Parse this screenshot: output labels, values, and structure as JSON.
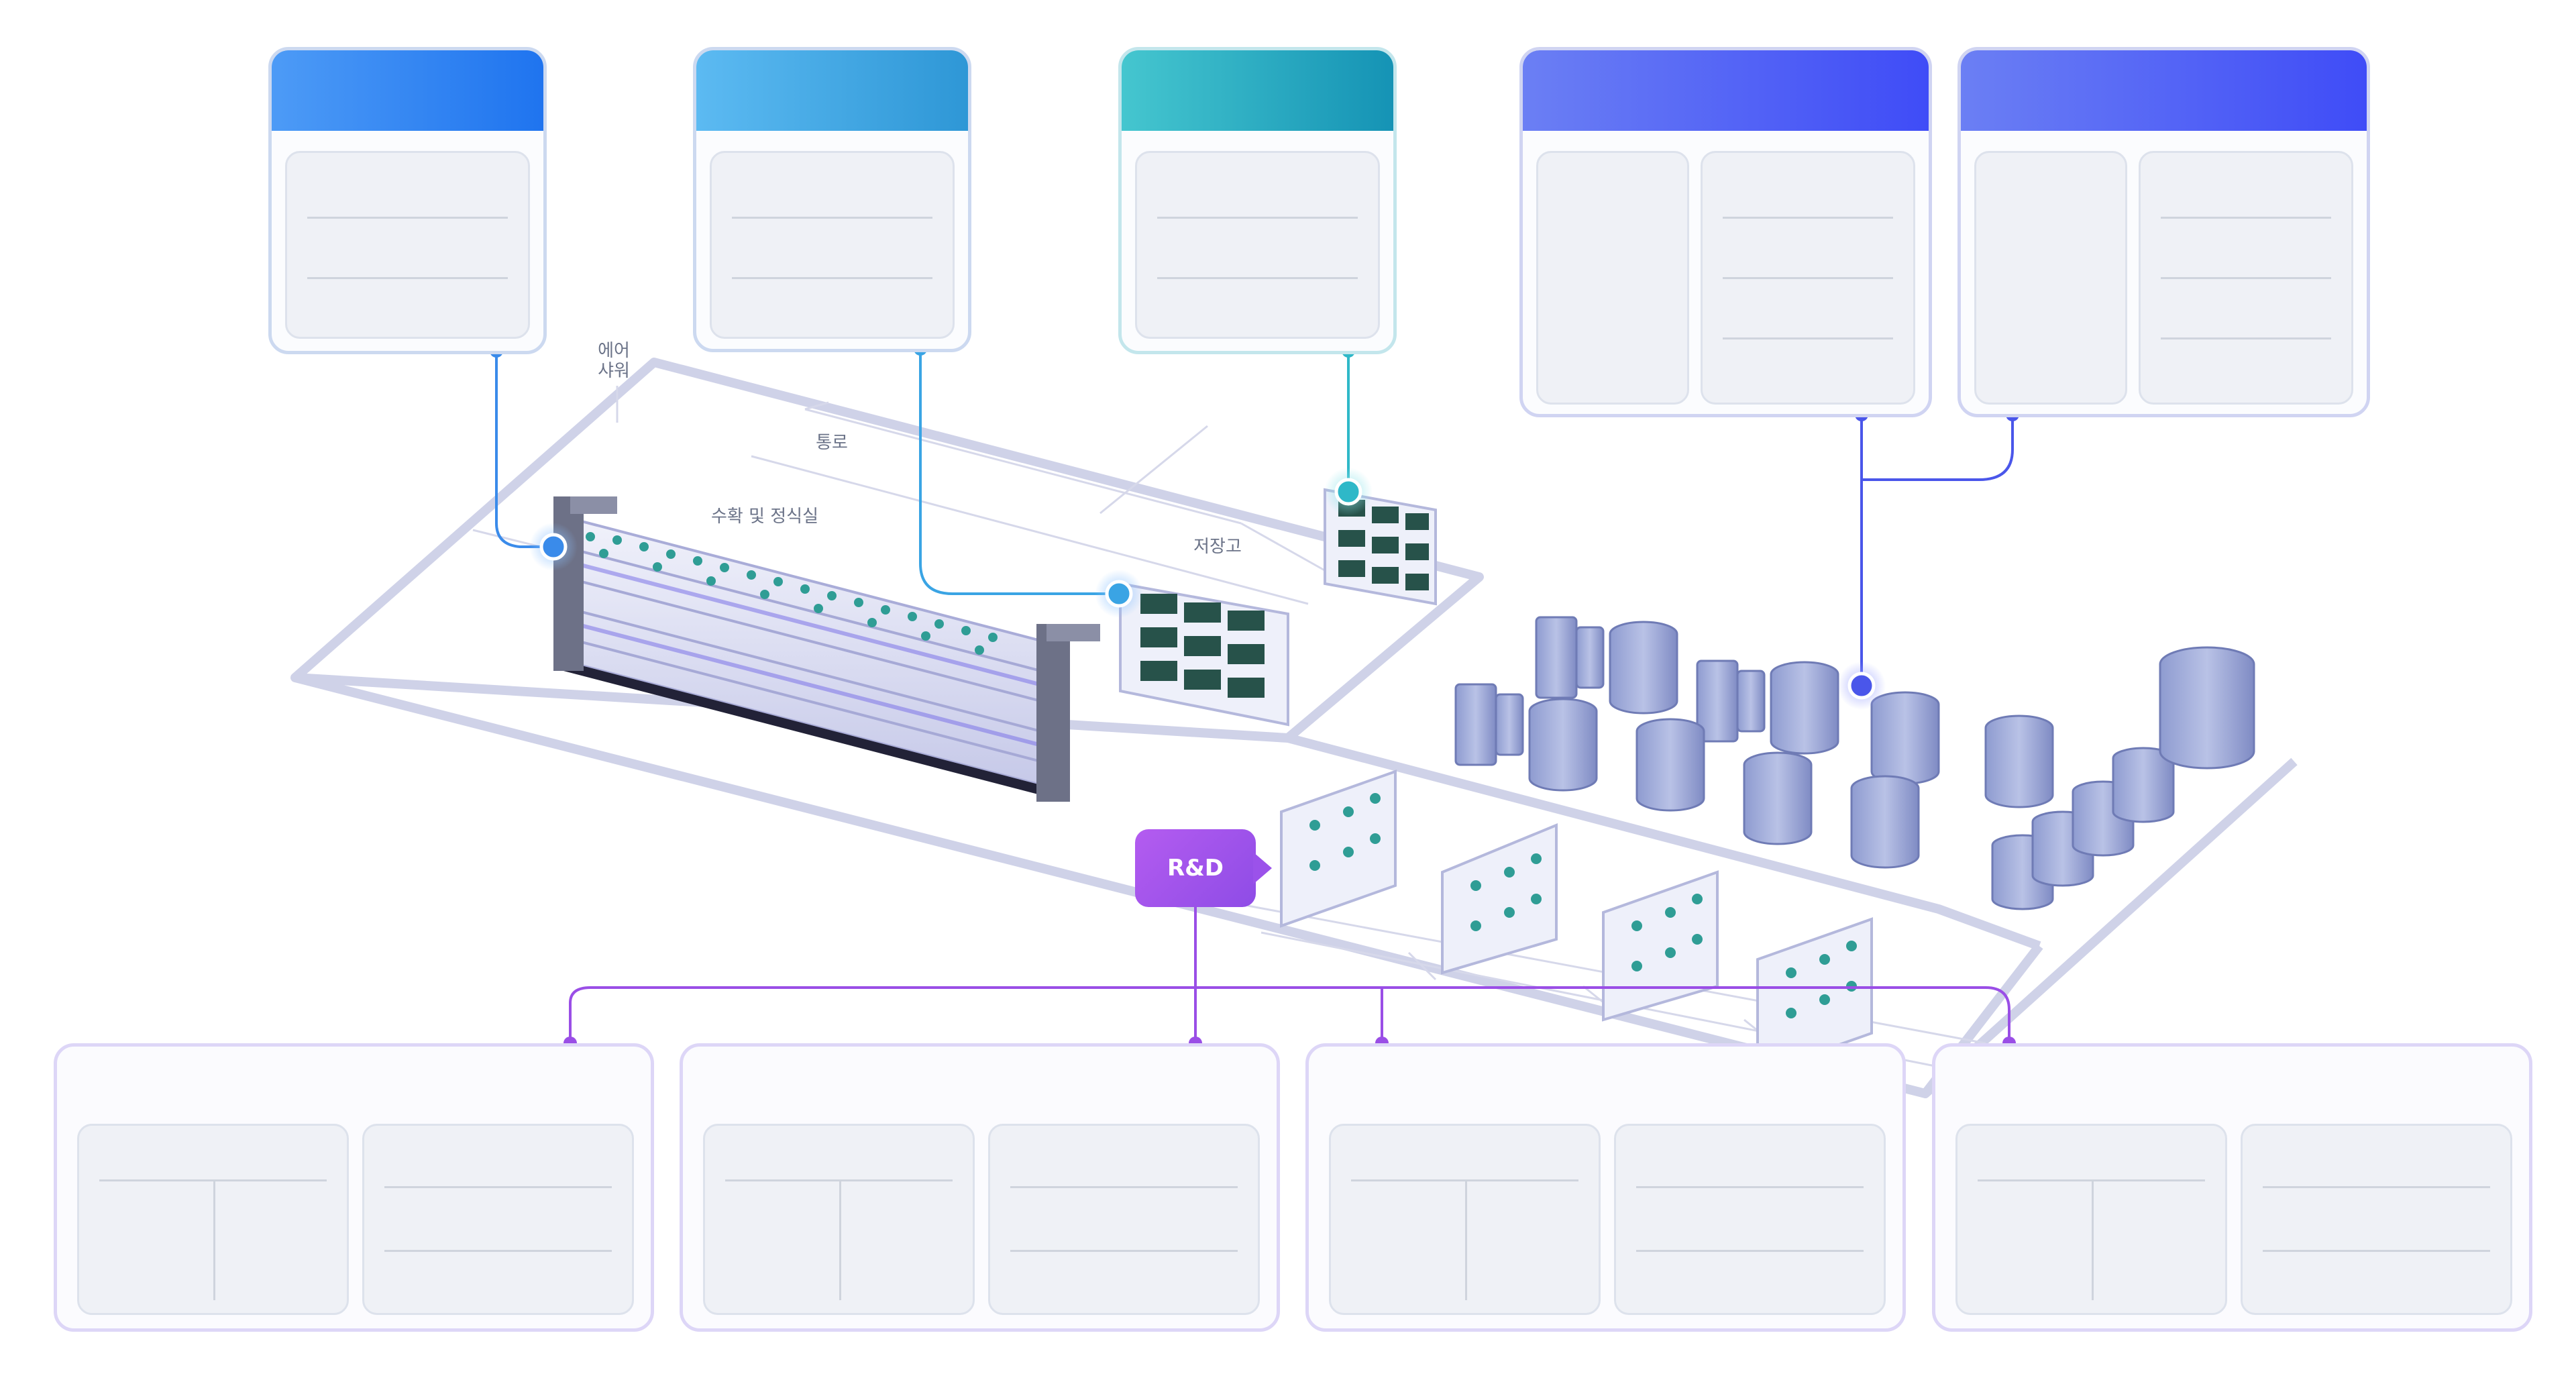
{
  "areas": {
    "air_shower": "에어\n샤워",
    "corridor": "통로",
    "harvest_room": "수확 및 정식실",
    "storage": "저장고",
    "rnd": "R&D"
  },
  "colors": {
    "card1_header": [
      "#4d9bf6",
      "#1f74ef"
    ],
    "card2_header": [
      "#5cbaf2",
      "#2e97d6"
    ],
    "card3_header": [
      "#45c6cf",
      "#1593b5"
    ],
    "card4_header": [
      "#6b7ff4",
      "#3f4cf7"
    ],
    "card5_header": [
      "#6b7ff4",
      "#3f4cf7"
    ],
    "connector_blue": "#3a8bea",
    "connector_teal": "#2fb8c8",
    "connector_indigo": "#4a56ea",
    "connector_purple": "#9a4ee6",
    "floor_outline": "#c9cde4"
  }
}
